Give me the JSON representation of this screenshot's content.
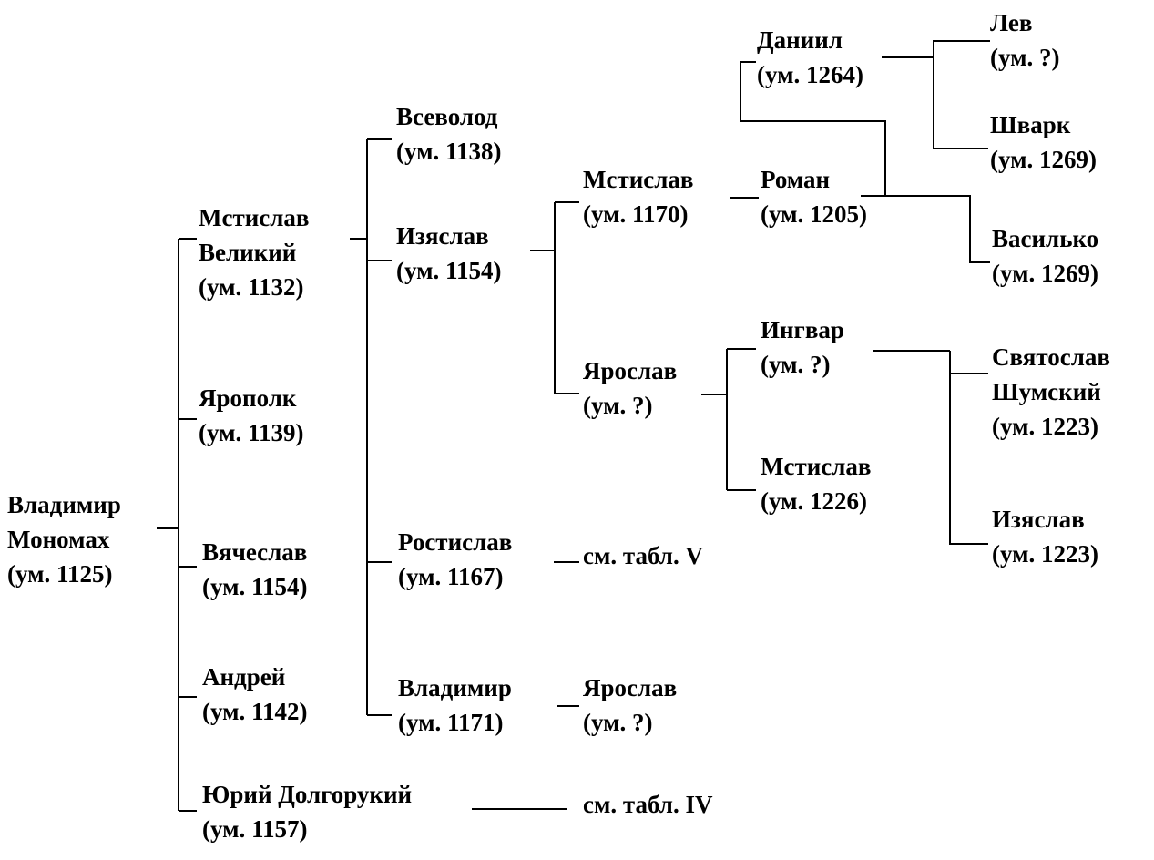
{
  "nodes": {
    "vladimir_monomakh": {
      "lines": [
        "Владимир",
        "Мономах",
        "(ум. 1125)"
      ]
    },
    "mstislav_velikiy": {
      "lines": [
        "Мстислав",
        "Великий",
        "(ум. 1132)"
      ]
    },
    "yaropolk": {
      "lines": [
        "Ярополк",
        "(ум. 1139)"
      ]
    },
    "vyacheslav": {
      "lines": [
        "Вячеслав",
        "(ум. 1154)"
      ]
    },
    "andrey": {
      "lines": [
        "Андрей",
        "(ум. 1142)"
      ]
    },
    "yuriy": {
      "lines": [
        "Юрий Долгорукий",
        "(ум. 1157)"
      ]
    },
    "vsevolod": {
      "lines": [
        "Всеволод",
        "(ум. 1138)"
      ]
    },
    "izyaslav_1154": {
      "lines": [
        "Изяслав",
        "(ум. 1154)"
      ]
    },
    "rostislav": {
      "lines": [
        "Ростислав",
        "(ум. 1167)"
      ]
    },
    "vladimir_1171": {
      "lines": [
        "Владимир",
        "(ум. 1171)"
      ]
    },
    "ref_table_v": {
      "lines": [
        "см. табл. V"
      ]
    },
    "yaroslav_son_of_vladimir": {
      "lines": [
        "Ярослав",
        "(ум. ?)"
      ]
    },
    "ref_table_iv": {
      "lines": [
        "см. табл. IV"
      ]
    },
    "mstislav_1170": {
      "lines": [
        "Мстислав",
        "(ум. 1170)"
      ]
    },
    "yaroslav_son_of_izyaslav": {
      "lines": [
        "Ярослав",
        "(ум. ?)"
      ]
    },
    "roman": {
      "lines": [
        "Роман",
        "(ум. 1205)"
      ]
    },
    "daniil": {
      "lines": [
        "Даниил",
        "(ум. 1264)"
      ]
    },
    "vasilko": {
      "lines": [
        "Василько",
        "(ум. 1269)"
      ]
    },
    "lev": {
      "lines": [
        "Лев",
        "(ум. ?)"
      ]
    },
    "shvark": {
      "lines": [
        "Шварк",
        "(ум. 1269)"
      ]
    },
    "ingvar": {
      "lines": [
        "Ингвар",
        "(ум. ?)"
      ]
    },
    "mstislav_1226": {
      "lines": [
        "Мстислав",
        "(ум. 1226)"
      ]
    },
    "svyatoslav": {
      "lines": [
        "Святослав",
        "Шумский",
        "(ум. 1223)"
      ]
    },
    "izyaslav_1223": {
      "lines": [
        "Изяслав",
        "(ум. 1223)"
      ]
    }
  }
}
